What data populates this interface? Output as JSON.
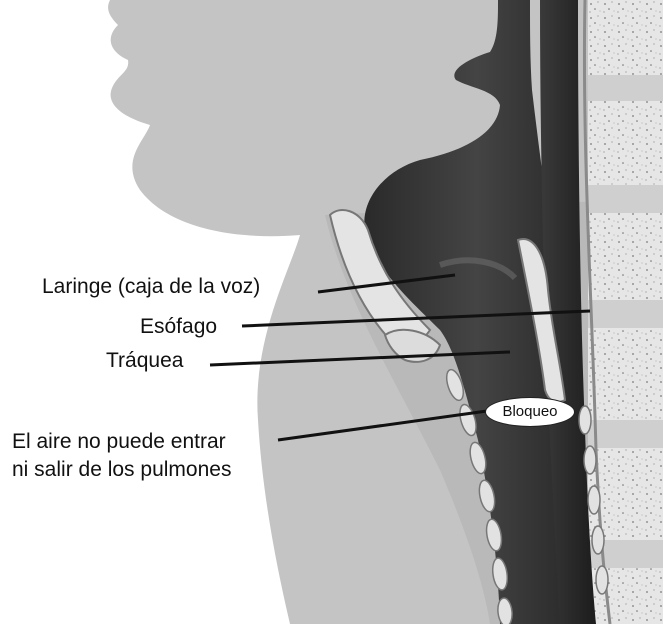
{
  "labels": {
    "larynx": "Laringe (caja de la voz)",
    "esophagus": "Esófago",
    "trachea": "Tráquea",
    "air_line1": "El aire no puede entrar",
    "air_line2": "ni salir de los pulmones",
    "blockage": "Bloqueo"
  },
  "colors": {
    "silhouette": "#c4c4c4",
    "airway": "#333333",
    "spine": "#d9d9d9",
    "cartilage": "#e2e2e2",
    "leader_line": "#111111"
  }
}
